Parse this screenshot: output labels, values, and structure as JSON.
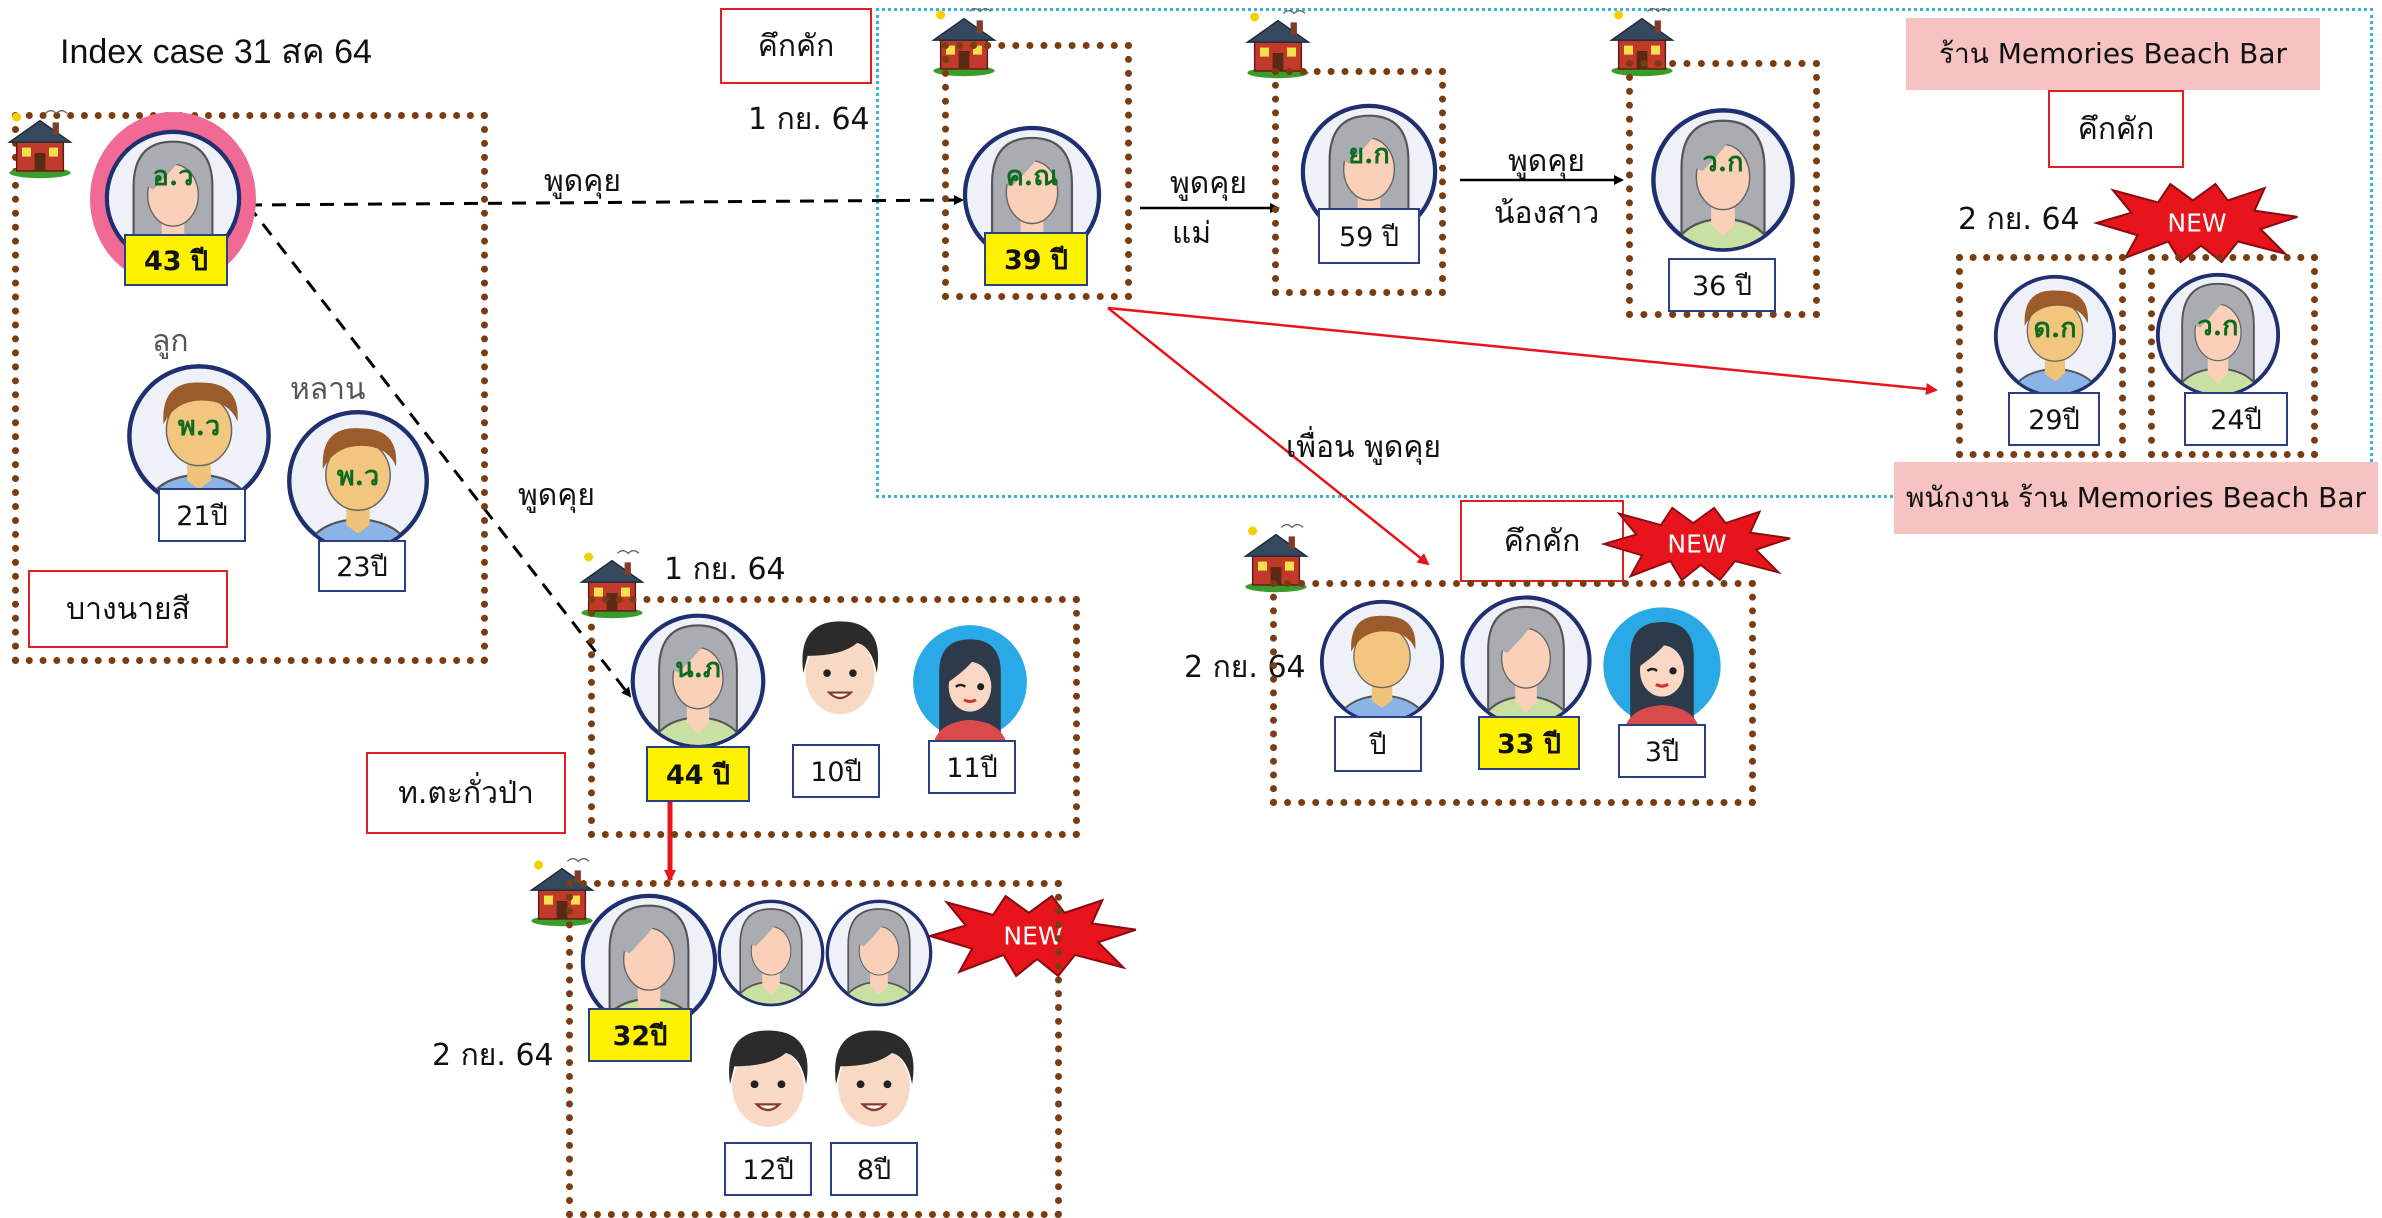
{
  "title": "Index case 31 สค 64",
  "labels": {
    "kuekkak_1": "คึกคัก",
    "kuekkak_2": "คึกคัก",
    "kuekkak_3": "คึกคัก",
    "bang_nai_si": "บางนายสี",
    "takua_pa": "ท.ตะกั่วป่า",
    "bar_top": "ร้าน Memories Beach Bar",
    "bar_staff": "พนักงาน ร้าน Memories Beach Bar",
    "new": "NEW"
  },
  "dates": {
    "d_kn": "1 กย. 64",
    "d_bar": "2 กย. 64",
    "d_np": "1 กย. 64",
    "d_fr": "2 กย. 64",
    "d_g3": "2 กย. 64"
  },
  "edge_labels": {
    "talk_kn": "พูดคุย",
    "talk_np": "พูดคุย",
    "talk_mom_1": "พูดคุย",
    "talk_mom_2": "แม่",
    "talk_sis_1": "พูดคุย",
    "talk_sis_2": "น้องสาว",
    "friend_talk": "เพื่อน พูดคุย"
  },
  "relations": {
    "child": "ลูก",
    "grandchild": "หลาน"
  },
  "people": {
    "index": {
      "initial": "อ.ว",
      "age": "43 ปี"
    },
    "child": {
      "initial": "พ.ว",
      "age": "21ปี"
    },
    "grandchild": {
      "initial": "พ.ว",
      "age": "23ปี"
    },
    "kn": {
      "initial": "ค.ณ",
      "age": "39 ปี"
    },
    "yk": {
      "initial": "ย.ก",
      "age": "59 ปี"
    },
    "wk36": {
      "initial": "ว.ก",
      "age": "36 ปี"
    },
    "dk": {
      "initial": "ด.ก",
      "age": "29ปี"
    },
    "wk24": {
      "initial": "ว.ก",
      "age": "24ปี"
    },
    "np": {
      "initial": "น.ภ",
      "age": "44 ปี"
    },
    "np_boy": {
      "age": "10ปี"
    },
    "np_girl": {
      "age": "11ปี"
    },
    "g3_woman": {
      "age": "32ปี"
    },
    "g3_boy1": {
      "age": "12ปี"
    },
    "g3_boy2": {
      "age": "8ปี"
    },
    "fr_man": {
      "age": "ปี"
    },
    "fr_woman": {
      "age": "33 ปี"
    },
    "fr_girl": {
      "age": "3ปี"
    }
  },
  "colors": {
    "household_border": "#7a3d12",
    "label_border": "#e02020",
    "highlight_age": "#fff200",
    "index_ring": "#f06a93",
    "cluster_border": "#3bb0d8",
    "bar_label_bg": "#f6c2c2",
    "burst": "#e8141c"
  }
}
